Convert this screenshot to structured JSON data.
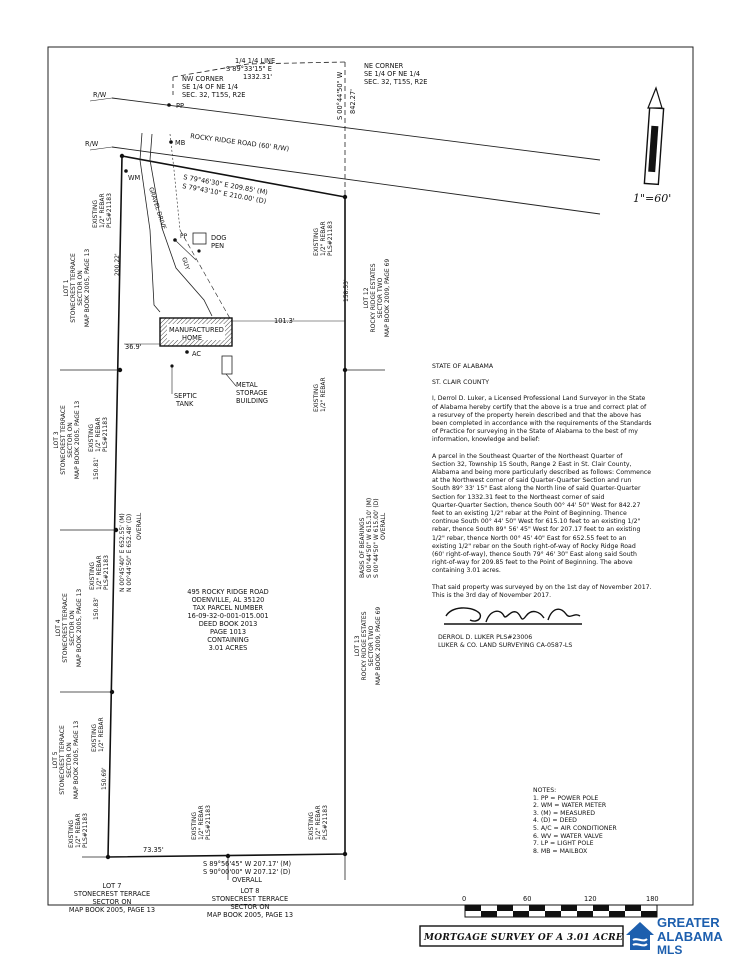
{
  "scale": {
    "ratio": "1\"=60'",
    "ticks": [
      "0",
      "60",
      "120",
      "180"
    ]
  },
  "corners": {
    "quarter_line": [
      "1/4 1/4 LINE",
      "S 89°33'15\" E",
      "1332.31'"
    ],
    "nw": [
      "NW CORNER",
      "SE 1/4 OF NE 1/4",
      "SEC. 32, T15S, R2E"
    ],
    "ne": [
      "NE CORNER",
      "SE 1/4 OF NE 1/4",
      "SEC. 32, T15S, R2E"
    ],
    "ne_bearing": "S 00°44'50\" W",
    "ne_distance": "842.27'"
  },
  "road": {
    "name": "ROCKY RIDGE ROAD (60' R/W)",
    "rw": "R/W",
    "pp": "PP",
    "mb": "MB",
    "wm": "WM"
  },
  "bearings": {
    "top_measured": "S 79°46'30\" E    209.85' (M)",
    "top_deed": "S 79°43'10\" E    210.00' (D)",
    "bottom_measured": "S 89°56'45\" W   207.17' (M)",
    "bottom_deed": "S 90°00'00\" W   207.12' (D)",
    "bottom_overall": "OVERALL",
    "west_measured": "N 00°45'40\" E   652.55' (M)",
    "west_deed": "N 00°44'50\" E   652.48' (D)",
    "west_overall": "OVERALL",
    "east_basis": "BASIS OF BEARINGS",
    "east_measured": "S 00°44'50\" W   615.10' (M)",
    "east_deed": "S 00°44'50\" W   615.00' (D)",
    "east_overall": "OVERALL"
  },
  "dimensions": {
    "d200": "200.22'",
    "d15853": "158.53'",
    "d1013": "101.3'",
    "d369": "36.9'",
    "d15081": "150.81'",
    "d15083": "150.83'",
    "d15069": "150.69'",
    "d7335": "73.35'"
  },
  "rebar": {
    "nw": [
      "EXISTING",
      "1/2\" REBAR",
      "PLS#21183"
    ],
    "ne": [
      "EXISTING",
      "1/2\" REBAR",
      "PLS#21183"
    ],
    "east_mid": [
      "EXISTING",
      "1/2\" REBAR"
    ],
    "w3": [
      "EXISTING",
      "1/2\" REBAR",
      "PLS#21183"
    ],
    "w4": [
      "EXISTING",
      "1/2\" REBAR",
      "PLS#21183"
    ],
    "w5": [
      "EXISTING",
      "1/2\" REBAR"
    ],
    "sw": [
      "EXISTING",
      "1/2\" REBAR",
      "PLS#21183"
    ],
    "s_mid": [
      "EXISTING",
      "1/2\" REBAR",
      "PLS#21183"
    ],
    "se": [
      "EXISTING",
      "1/2\" REBAR",
      "PLS#21183"
    ]
  },
  "features": {
    "gravel_drive": "GRAVEL DRIVE",
    "guy": "GUY",
    "pp": "PP",
    "dog_pen": [
      "DOG",
      "PEN"
    ],
    "manufactured_home": [
      "MANUFACTURED",
      "HOME"
    ],
    "ac": "AC",
    "septic": [
      "SEPTIC",
      "TANK"
    ],
    "metal_building": [
      "METAL",
      "STORAGE",
      "BUILDING"
    ]
  },
  "parcel": [
    "495 ROCKY RIDGE ROAD",
    "ODENVILLE, AL 35120",
    "TAX PARCEL NUMBER",
    "16-09-32-0-001-015.001",
    "DEED BOOK 2013",
    "PAGE 1013",
    "CONTAINING",
    "3.01 ACRES"
  ],
  "lots": {
    "lot1": [
      "LOT 1",
      "STONECREST TERRACE",
      "SECTOR ON",
      "MAP BOOK 2005, PAGE 13"
    ],
    "lot3": [
      "LOT 3",
      "STONECREST TERRACE",
      "SECTOR ON",
      "MAP BOOK 2005, PAGE 13"
    ],
    "lot4": [
      "LOT 4",
      "STONECREST TERRACE",
      "SECTOR ON",
      "MAP BOOK 2005, PAGE 13"
    ],
    "lot5": [
      "LOT 5",
      "STONECREST TERRACE",
      "SECTOR ON",
      "MAP BOOK 2005, PAGE 13"
    ],
    "lot12": [
      "LOT 12",
      "ROCKY RIDGE ESTATES",
      "SECTOR TWO",
      "MAP BOOK 2009, PAGE 69"
    ],
    "lot13": [
      "LOT 13",
      "ROCKY RIDGE ESTATES",
      "SECTOR TWO",
      "MAP BOOK 2009, PAGE 69"
    ],
    "lot7": [
      "LOT 7",
      "STONECREST TERRACE",
      "SECTOR ON",
      "MAP BOOK 2005, PAGE 13"
    ],
    "lot8": [
      "LOT 8",
      "STONECREST TERRACE",
      "SECTOR ON",
      "MAP BOOK 2005, PAGE 13"
    ]
  },
  "certificate": {
    "state": "STATE OF ALABAMA",
    "county": "ST. CLAIR COUNTY",
    "statement": [
      "I, Derrol D. Luker, a Licensed Professional Land Surveyor in the State",
      "of Alabama hereby certify that the above is a true and correct plat of",
      "a resurvey of the property herein described and that the above has",
      "been completed in accordance with the requirements of the Standards",
      "of Practice for surveying in the State of Alabama to the best of my",
      "information, knowledge and belief:"
    ],
    "description": [
      "A parcel in the Southeast Quarter of the Northeast Quarter of",
      "Section 32, Township 15 South, Range 2 East in St. Clair County,",
      "Alabama and being more particularly described as follows: Commence",
      "at the Northwest corner of said Quarter-Quarter Section and run",
      "South 89° 33' 15\" East along the North line of said Quarter-Quarter",
      "Section for 1332.31 feet to the Northeast corner of said",
      "Quarter-Quarter Section, thence South 00° 44' 50\" West for 842.27",
      "feet to an existing 1/2\" rebar at the Point of Beginning. Thence",
      "continue South 00° 44' 50\" West for 615.10 feet to an existing 1/2\"",
      "rebar, thence South 89° 56' 45\" West for 207.17 feet to an existing",
      "1/2\" rebar, thence North 00° 45' 40\" East for 652.55 feet to an",
      "existing 1/2\" rebar on the South right-of-way of Rocky Ridge Road",
      "(60' right-of-way), thence South 79° 46' 30\" East along said South",
      "right-of-way for 209.85 feet to the Point of Beginning. The above",
      "containing 3.01 acres."
    ],
    "dates": [
      "That said property was surveyed by on the 1st day of November 2017.",
      "This is the 3rd day of November 2017."
    ],
    "surveyor": "DERROL D. LUKER PLS#23006",
    "company": "LUKER & CO. LAND SURVEYING CA-0587-LS"
  },
  "notes": {
    "title": "NOTES:",
    "items": [
      "1. PP = POWER POLE",
      "2. WM = WATER METER",
      "3. (M) = MEASURED",
      "4. (D) = DEED",
      "5. A/C = AIR CONDITIONER",
      "6. WV = WATER VALVE",
      "7. LP = LIGHT POLE",
      "8. MB = MAILBOX"
    ]
  },
  "survey_title": "MORTGAGE SURVEY OF A 3.01 ACRE",
  "brand": {
    "line1": "GREATER",
    "line2": "ALABAMA",
    "line3": "MLS",
    "color": "#1d5fae"
  }
}
